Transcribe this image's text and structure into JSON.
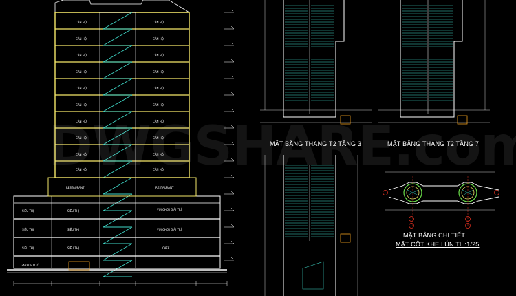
{
  "titles": {
    "plan_floor3": "MẶT BẰNG THANG T2 TẦNG 3",
    "plan_floor7": "MẶT BẰNG THANG T2 TẦNG 7",
    "detail_line1": "MẶT BẰNG CHI TIẾT",
    "detail_line2": "MẶT CỘT KHE LÚN TL :1/25"
  },
  "watermark": "DWGSHARE.com",
  "rooms": {
    "apartment": "CĂN HỘ",
    "restaurant": "RESTAURANT",
    "supermarket": "SIÊU THỊ",
    "entertainment": "VUI CHƠI GIẢI TRÍ",
    "cafe": "CAFE",
    "garage": "GARAGE ÔTÔ"
  },
  "colors": {
    "background": "#000000",
    "wall": "#f5e86a",
    "stair": "#3fd7c7",
    "line_white": "#ffffff",
    "grid_red": "#e03020",
    "accent_orange": "#f0a020",
    "column_green": "#6adf4a"
  }
}
